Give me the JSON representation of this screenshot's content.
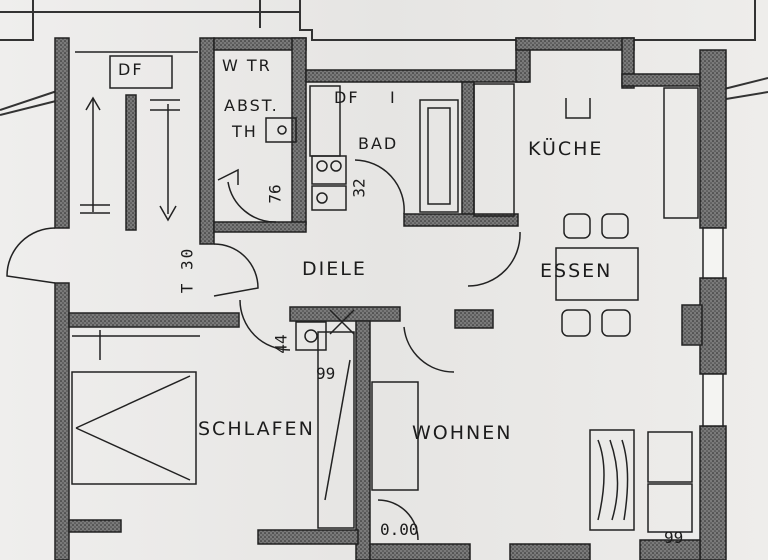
{
  "rooms": {
    "kueche": "KÜCHE",
    "essen": "ESSEN",
    "diele": "DIELE",
    "bad": "BAD",
    "schlafen": "SCHLAFEN",
    "wohnen": "WOHNEN",
    "df_left": "DF",
    "df_bad": "DF",
    "df_bad_suffix": "I",
    "wtr_line1": "W TR",
    "wtr_line2": "ABST.",
    "wtr_line3": "TH"
  },
  "dimensions": {
    "d76": "76",
    "d32": "32",
    "t30": "T 30",
    "d44": "44",
    "d99": "99",
    "d000": "0.00",
    "d99b": "99"
  }
}
